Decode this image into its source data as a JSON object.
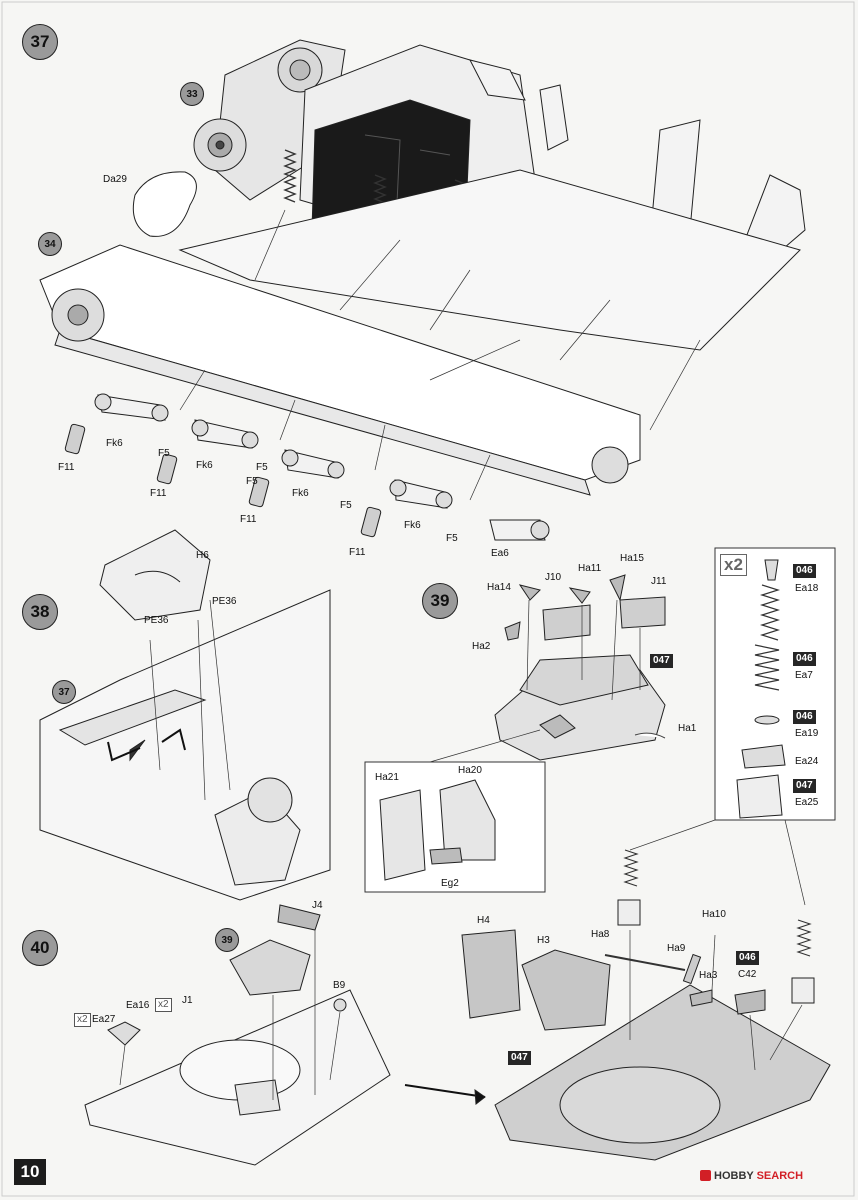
{
  "page_number": "10",
  "watermark": {
    "left": "HOBBY",
    "right": "SEARCH"
  },
  "steps": {
    "s37": {
      "label": "37",
      "sub33": "33",
      "sub34": "34"
    },
    "s38": {
      "label": "38",
      "sub37": "37"
    },
    "s39": {
      "label": "39"
    },
    "s40": {
      "label": "40",
      "sub39": "39"
    }
  },
  "part_labels": {
    "da29": "Da29",
    "fk6_a": "Fk6",
    "fk6_b": "Fk6",
    "fk6_c": "Fk6",
    "fk6_d": "Fk6",
    "f11_a": "F11",
    "f11_b": "F11",
    "f11_c": "F11",
    "f11_d": "F11",
    "f5_a": "F5",
    "f5_b": "F5",
    "f5_c": "F5",
    "f5_d": "F5",
    "f5_e": "F5",
    "ea6": "Ea6",
    "h6": "H6",
    "pe36_a": "PE36",
    "pe36_b": "PE36",
    "ha14": "Ha14",
    "j10": "J10",
    "ha11": "Ha11",
    "ha15": "Ha15",
    "j11": "J11",
    "ha2": "Ha2",
    "ha1": "Ha1",
    "ha21": "Ha21",
    "ha20": "Ha20",
    "eg2": "Eg2",
    "ea18": "Ea18",
    "ea7": "Ea7",
    "ea19": "Ea19",
    "ea24": "Ea24",
    "ea25": "Ea25",
    "j4": "J4",
    "b9": "B9",
    "j1": "J1",
    "ea16": "Ea16",
    "ea27": "Ea27",
    "h4": "H4",
    "h3": "H3",
    "ha8": "Ha8",
    "ha10": "Ha10",
    "ha9": "Ha9",
    "ha3": "Ha3",
    "c42": "C42"
  },
  "color_badges": {
    "b_046_ea18": "046",
    "b_046_ea7": "046",
    "b_046_ea19": "046",
    "b_047_ea24": "047",
    "b_047_hatch": "047",
    "b_047_floor": "047",
    "b_046_c42": "046"
  },
  "multipliers": {
    "x2_big": "x2",
    "x2_ea27": "x2",
    "x2_ea16": "x2"
  },
  "colors": {
    "badge_bg": "#262626",
    "step_circle": "#9a9a9a",
    "part_gray": "#c9c9c9",
    "radiator": "#1a1a1a",
    "brand_red": "#d21f26"
  }
}
